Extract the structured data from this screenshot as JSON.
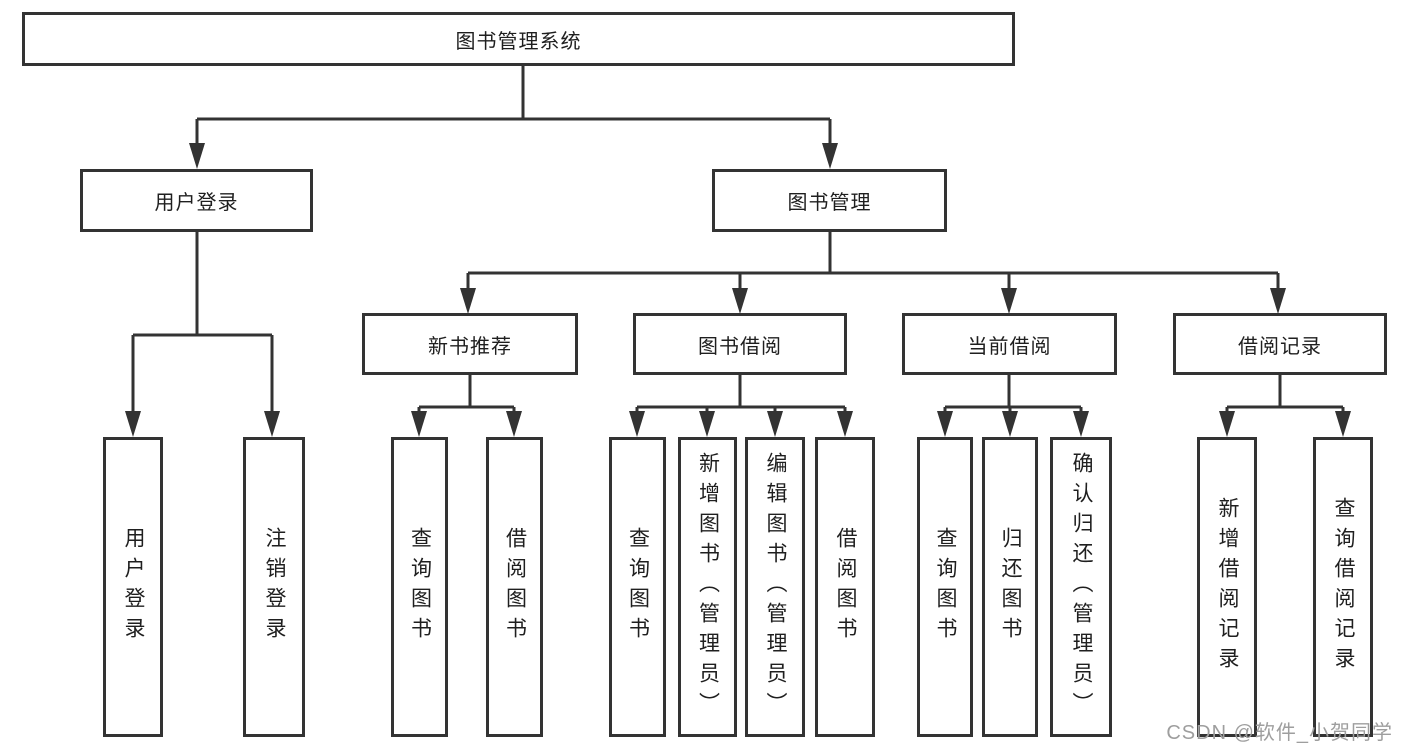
{
  "colors": {
    "line": "#333333",
    "box_border": "#333333",
    "box_fill": "#ffffff",
    "text": "#1f1f1f",
    "watermark_text": "#9e9e9e",
    "background": "#ffffff"
  },
  "root": {
    "label": "图书管理系统"
  },
  "level2": {
    "user_login": {
      "label": "用户登录",
      "children": [
        "用户登录",
        "注销登录"
      ]
    },
    "book_mgmt": {
      "label": "图书管理"
    }
  },
  "level3": {
    "new_books": {
      "label": "新书推荐",
      "children": [
        "查询图书",
        "借阅图书"
      ]
    },
    "borrowing": {
      "label": "图书借阅",
      "children": [
        "查询图书",
        "新增图书（管理员）",
        "编辑图书（管理员）",
        "借阅图书"
      ]
    },
    "current": {
      "label": "当前借阅",
      "children": [
        "查询图书",
        "归还图书",
        "确认归还（管理员）"
      ]
    },
    "records": {
      "label": "借阅记录",
      "children": [
        "新增借阅记录",
        "查询借阅记录"
      ]
    }
  },
  "watermark": "CSDN @软件_小贺同学"
}
